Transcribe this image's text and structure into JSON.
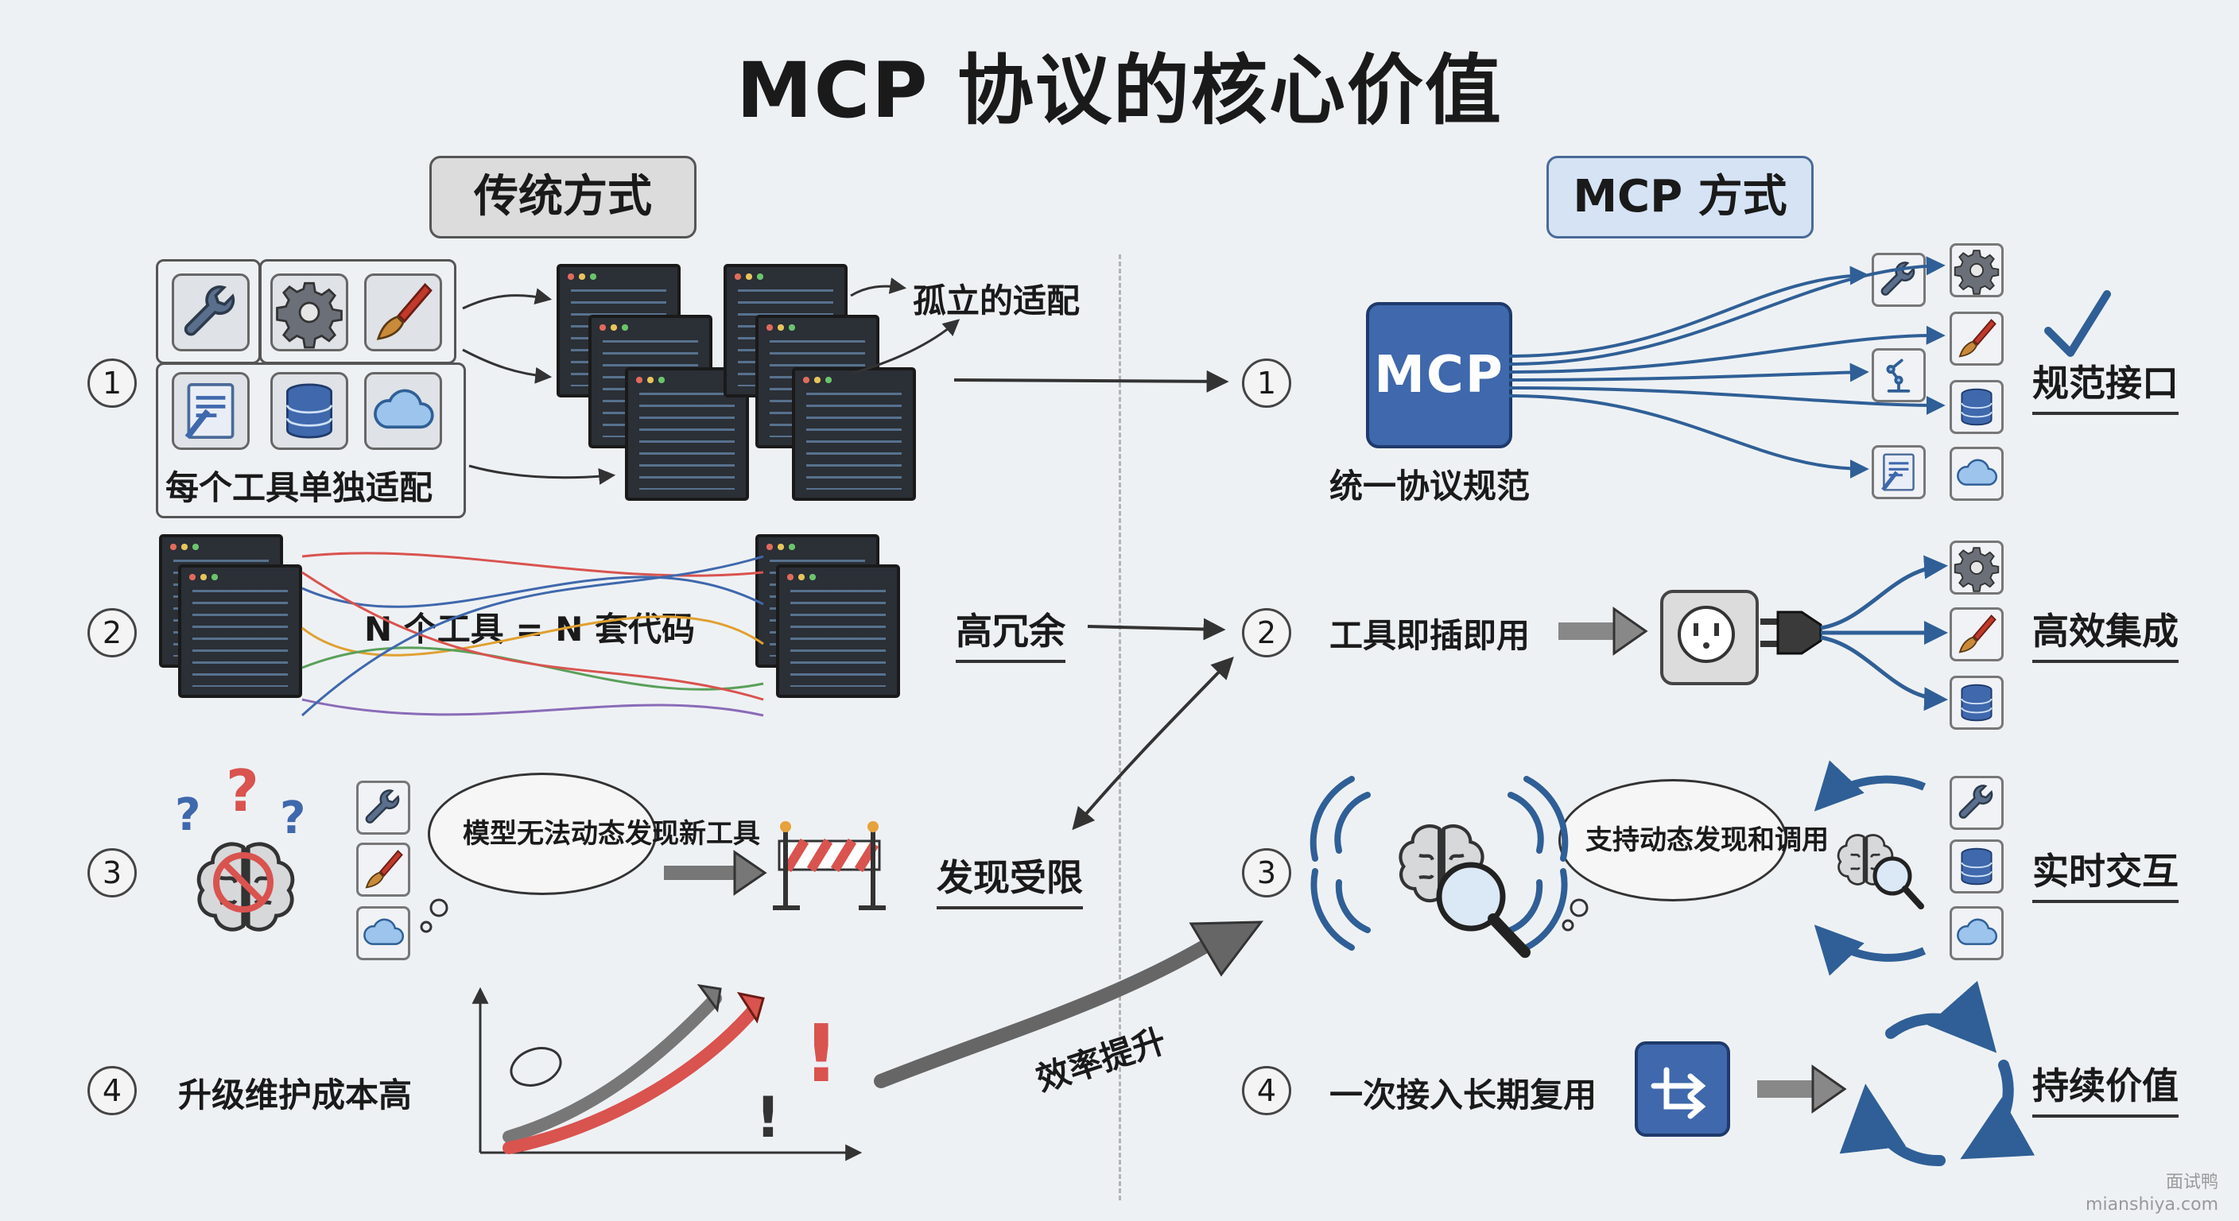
{
  "title": "MCP 协议的核心价值",
  "headers": {
    "traditional": "传统方式",
    "mcp": "MCP 方式"
  },
  "numbers": [
    "1",
    "2",
    "3",
    "4"
  ],
  "traditional": {
    "row1": {
      "caption": "每个工具单独适配",
      "result": "孤立的适配"
    },
    "row2": {
      "caption": "N 个工具 = N 套代码",
      "result": "高冗余"
    },
    "row3": {
      "thought": "模型无法动态发现新工具",
      "result": "发现受限"
    },
    "row4": {
      "caption": "升级维护成本高"
    }
  },
  "center_arrow_label": "效率提升",
  "mcp": {
    "row1": {
      "box": "MCP",
      "caption": "统一协议规范",
      "result": "规范接口"
    },
    "row2": {
      "caption": "工具即插即用",
      "result": "高效集成"
    },
    "row3": {
      "thought": "支持动态发现和调用",
      "result": "实时交互"
    },
    "row4": {
      "caption": "一次接入长期复用",
      "result": "持续价值"
    }
  },
  "icons": [
    "wrench-icon",
    "gear-icon",
    "paintbrush-icon",
    "document-icon",
    "database-icon",
    "cloud-icon",
    "robot-arm-icon",
    "plug-icon",
    "socket-icon",
    "brain-icon",
    "magnifier-icon",
    "roadblock-icon",
    "refresh-cycle-icon",
    "flow-icon",
    "checkmark-icon"
  ],
  "colors": {
    "mcp_blue": "#3f68ad",
    "accent_red": "#d9534f",
    "ink": "#1a1a1a"
  },
  "watermark": {
    "line1": "面试鸭",
    "line2": "mianshiya.com"
  }
}
